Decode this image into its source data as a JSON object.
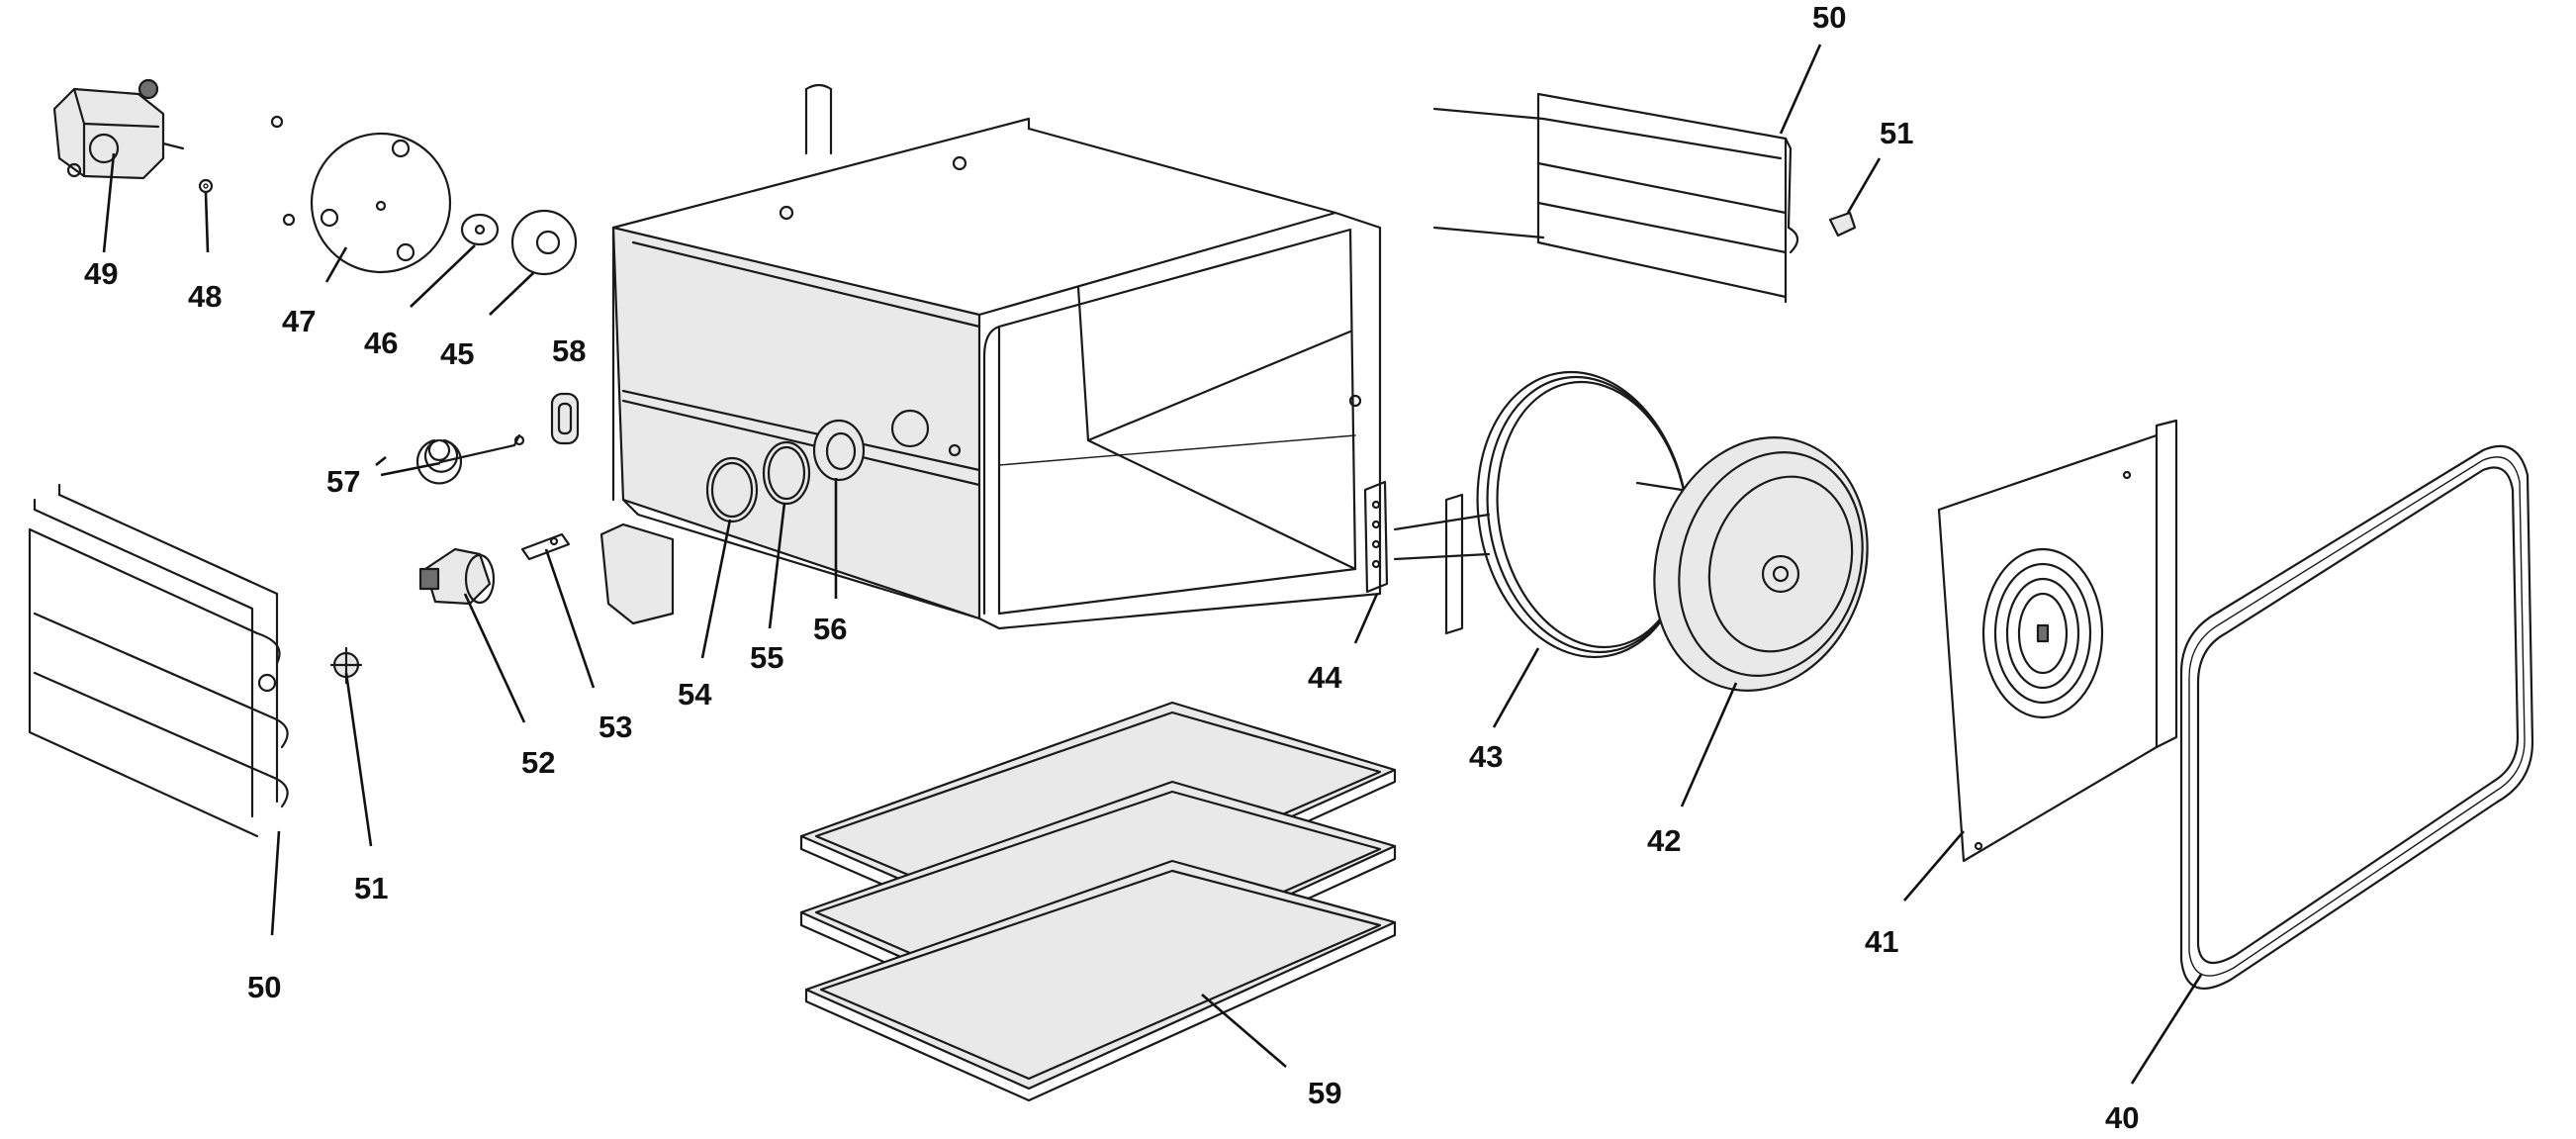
{
  "callouts": {
    "c40": "40",
    "c41": "41",
    "c42": "42",
    "c43": "43",
    "c44": "44",
    "c45": "45",
    "c46": "46",
    "c47": "47",
    "c48": "48",
    "c49": "49",
    "c50a": "50",
    "c50b": "50",
    "c51a": "51",
    "c51b": "51",
    "c52": "52",
    "c53": "53",
    "c54": "54",
    "c55": "55",
    "c56": "56",
    "c57": "57",
    "c58": "58",
    "c59": "59"
  },
  "colors": {
    "line": "#1a1a1a",
    "background": "#ffffff",
    "shade": "#e9e9e9"
  }
}
